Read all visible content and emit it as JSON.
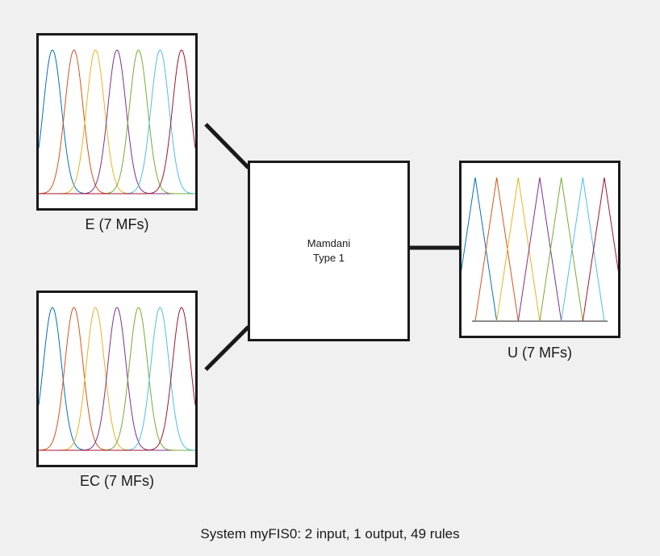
{
  "system": {
    "type_line1": "Mamdani",
    "type_line2": "Type 1"
  },
  "inputs": [
    {
      "label": "E (7 MFs)",
      "mf_shape": "gaussian",
      "mf_count": 7
    },
    {
      "label": "EC (7 MFs)",
      "mf_shape": "gaussian",
      "mf_count": 7
    }
  ],
  "outputs": [
    {
      "label": "U (7 MFs)",
      "mf_shape": "triangular",
      "mf_count": 7
    }
  ],
  "footer": "System myFIS0: 2 input, 1 output, 49 rules",
  "colors": {
    "mf": [
      "#0072bd",
      "#d95319",
      "#edb120",
      "#7e2f8e",
      "#77ac30",
      "#4dbeee",
      "#a2142f"
    ],
    "border": "#1a1a1a",
    "background": "#f0f0f0"
  }
}
